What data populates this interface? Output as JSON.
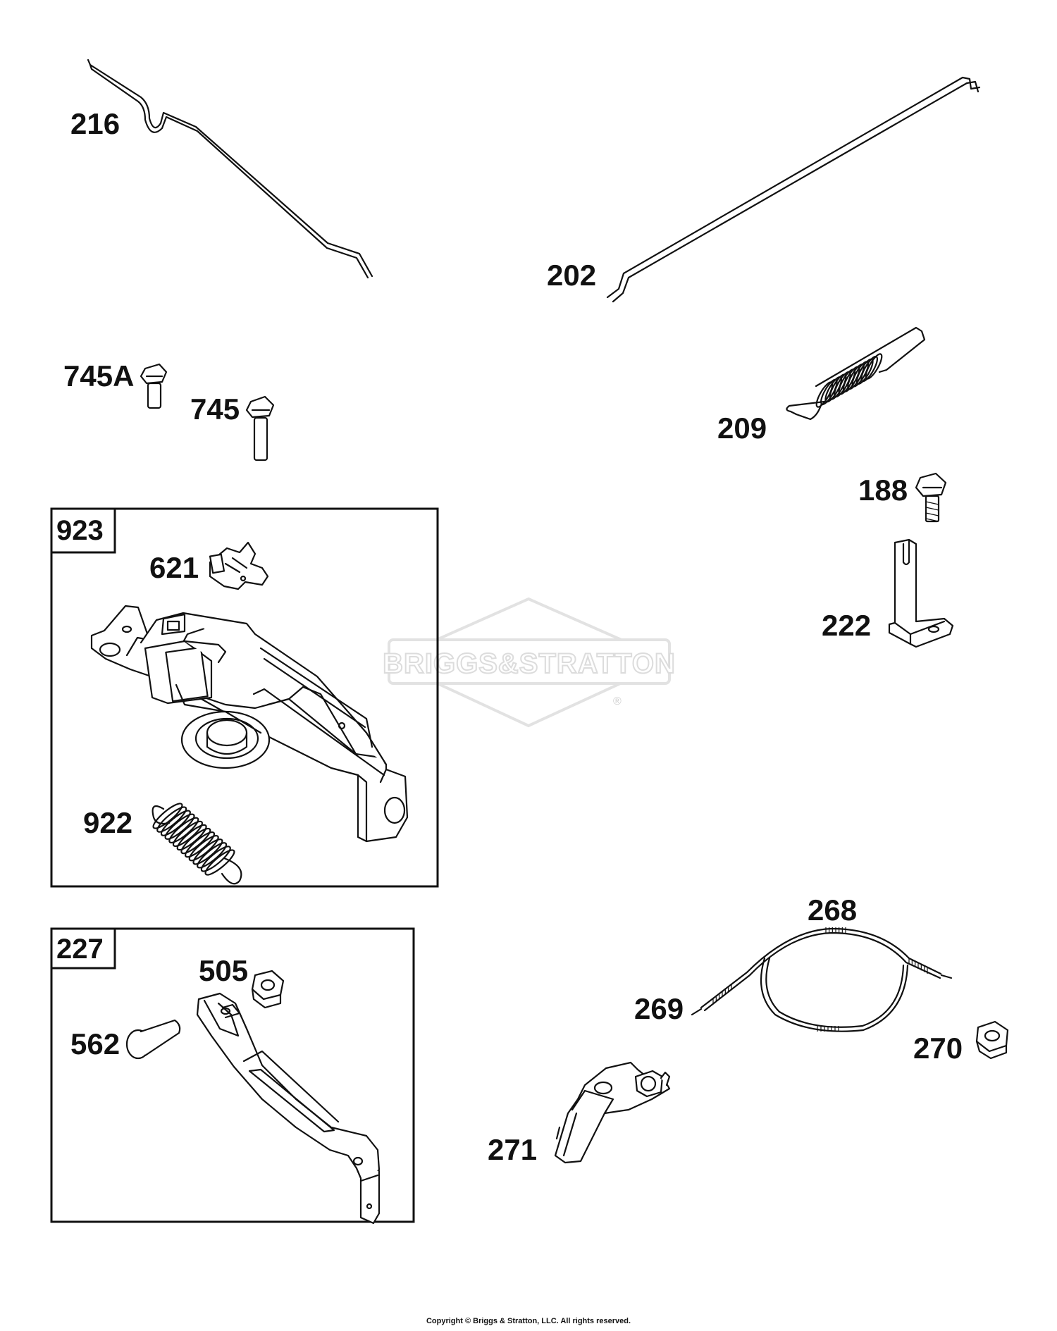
{
  "watermark": {
    "brand": "BRIGGS&STRATTON",
    "registered_mark": "®"
  },
  "labels": {
    "p216": "216",
    "p202": "202",
    "p745A": "745A",
    "p745": "745",
    "p209": "209",
    "p188": "188",
    "p222": "222",
    "p621": "621",
    "p922": "922",
    "p505": "505",
    "p562": "562",
    "p268": "268",
    "p269": "269",
    "p270": "270",
    "p271": "271"
  },
  "assemblies": {
    "a923": "923",
    "a227": "227"
  },
  "footer": {
    "copyright": "Copyright © Briggs & Stratton, LLC. All rights reserved."
  }
}
